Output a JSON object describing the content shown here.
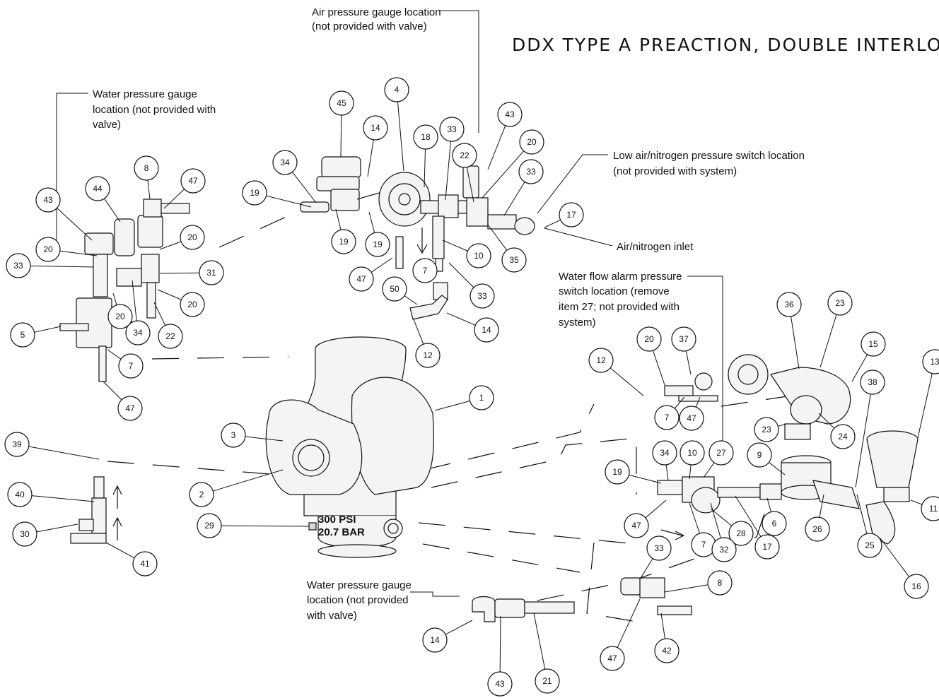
{
  "title": "DDX TYPE A PREACTION, DOUBLE INTERLOCK",
  "notes": {
    "air_gauge_1": "Air pressure gauge location",
    "air_gauge_2": "(not provided with valve)",
    "water_gauge_top_1": "Water pressure gauge",
    "water_gauge_top_2": "location (not provided with",
    "water_gauge_top_3": "valve)",
    "low_air_1": "Low air/nitrogen pressure switch location",
    "low_air_2": "(not provided with system)",
    "air_inlet": "Air/nitrogen inlet",
    "water_flow_1": "Water flow alarm pressure",
    "water_flow_2": "switch location (remove",
    "water_flow_3": "item 27; not provided with",
    "water_flow_4": "system)",
    "water_gauge_bottom_1": "Water pressure gauge",
    "water_gauge_bottom_2": "location (not provided",
    "water_gauge_bottom_3": "with valve)"
  },
  "valve_stamp": {
    "rating_1": "300 PSI",
    "rating_2": "20.7 BAR"
  },
  "callouts": [
    "4",
    "45",
    "14",
    "18",
    "33",
    "43",
    "20",
    "22",
    "33",
    "34",
    "19",
    "19",
    "19",
    "47",
    "7",
    "10",
    "35",
    "17",
    "33",
    "50",
    "14",
    "12",
    "44",
    "47",
    "43",
    "8",
    "20",
    "20",
    "33",
    "31",
    "20",
    "34",
    "22",
    "20",
    "5",
    "7",
    "47",
    "1",
    "3",
    "2",
    "29",
    "39",
    "40",
    "30",
    "41",
    "12",
    "20",
    "37",
    "7",
    "47",
    "36",
    "23",
    "15",
    "38",
    "24",
    "23",
    "9",
    "27",
    "10",
    "34",
    "19",
    "47",
    "7",
    "28",
    "32",
    "17",
    "6",
    "26",
    "25",
    "16",
    "11",
    "13",
    "33",
    "8",
    "47",
    "42",
    "14",
    "43",
    "21"
  ]
}
